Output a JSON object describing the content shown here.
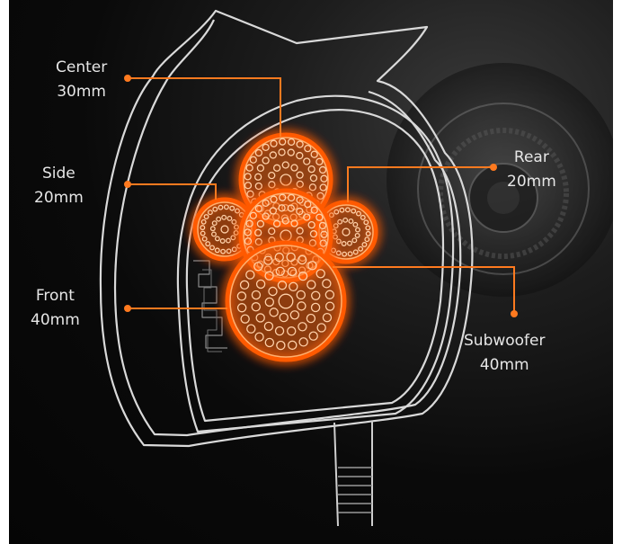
{
  "colors": {
    "accent": "#ff7a1f",
    "glow": "#ff5a00",
    "outline": "#d9d9d9",
    "background": "#0a0a0a",
    "text": "#e6e6e6"
  },
  "drivers": {
    "center": {
      "name": "Center",
      "size": "30mm"
    },
    "side": {
      "name": "Side",
      "size": "20mm"
    },
    "rear": {
      "name": "Rear",
      "size": "20mm"
    },
    "front": {
      "name": "Front",
      "size": "40mm"
    },
    "subwoofer": {
      "name": "Subwoofer",
      "size": "40mm"
    }
  }
}
